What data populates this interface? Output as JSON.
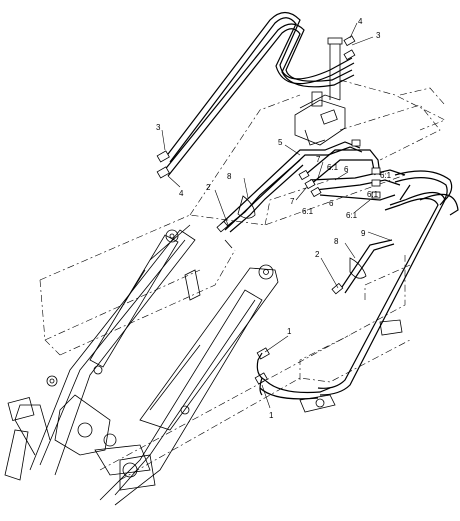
{
  "callouts": {
    "c1": "1",
    "c2": "1",
    "c3": "2",
    "c4": "2",
    "c5": "3",
    "c6": "3",
    "c7": "4",
    "c8": "4",
    "c9": "5",
    "c10": "6",
    "c11": "6",
    "c12": "6:1",
    "c13": "6:1",
    "c14": "6:1",
    "c15": "6:1",
    "c16": "6:1",
    "c17": "7",
    "c18": "7",
    "c19": "8",
    "c20": "8",
    "c21": "9"
  }
}
